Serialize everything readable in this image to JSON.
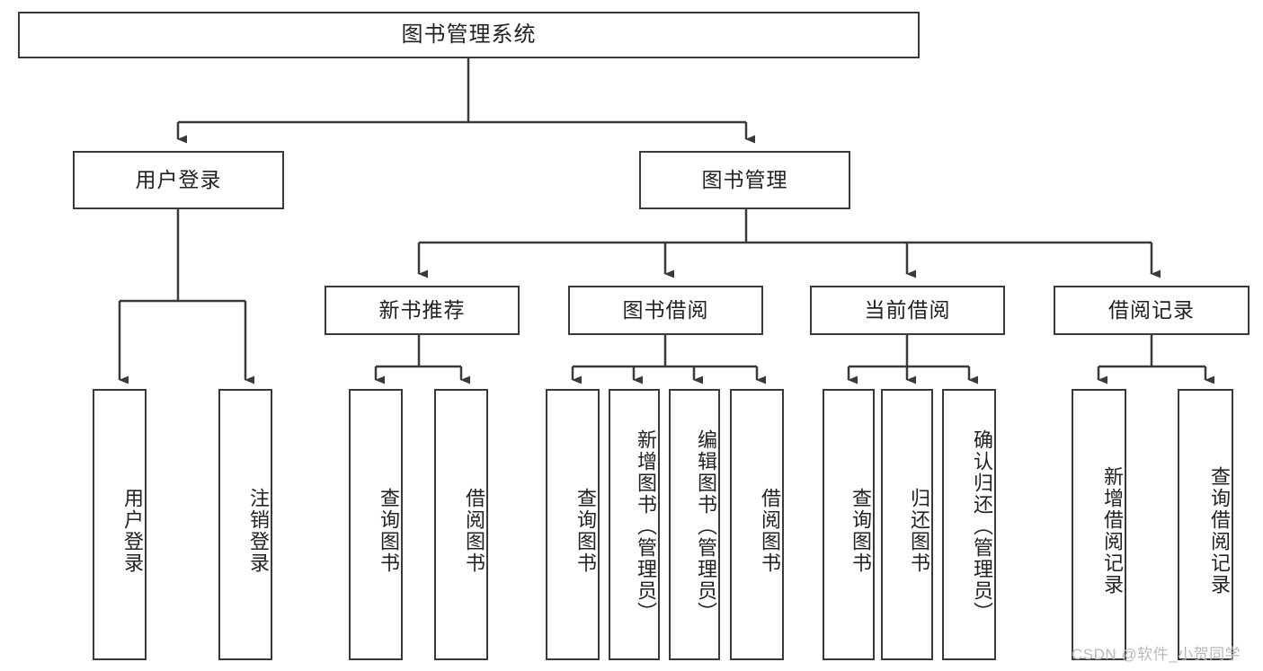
{
  "diagram": {
    "title": "图书管理系统",
    "type": "tree-hierarchy",
    "root": {
      "id": "root",
      "label": "图书管理系统"
    },
    "level2": [
      {
        "id": "user-login",
        "label": "用户登录"
      },
      {
        "id": "book-management",
        "label": "图书管理"
      }
    ],
    "level3": [
      {
        "id": "new-book-recommend",
        "label": "新书推荐",
        "parent": "book-management"
      },
      {
        "id": "book-borrow",
        "label": "图书借阅",
        "parent": "book-management"
      },
      {
        "id": "current-borrow",
        "label": "当前借阅",
        "parent": "book-management"
      },
      {
        "id": "borrow-record",
        "label": "借阅记录",
        "parent": "book-management"
      }
    ],
    "leaves": [
      {
        "id": "leaf-user-login",
        "label": "用户登录",
        "parent": "user-login"
      },
      {
        "id": "leaf-logout-login",
        "label": "注销登录",
        "parent": "user-login"
      },
      {
        "id": "leaf-query-book-1",
        "label": "查询图书",
        "parent": "new-book-recommend"
      },
      {
        "id": "leaf-borrow-book-1",
        "label": "借阅图书",
        "parent": "new-book-recommend"
      },
      {
        "id": "leaf-query-book-2",
        "label": "查询图书",
        "parent": "book-borrow"
      },
      {
        "id": "leaf-add-book",
        "label": "新增图书（管理员）",
        "parent": "book-borrow"
      },
      {
        "id": "leaf-edit-book",
        "label": "编辑图书（管理员）",
        "parent": "book-borrow"
      },
      {
        "id": "leaf-borrow-book-2",
        "label": "借阅图书",
        "parent": "book-borrow"
      },
      {
        "id": "leaf-query-book-3",
        "label": "查询图书",
        "parent": "current-borrow"
      },
      {
        "id": "leaf-return-book",
        "label": "归还图书",
        "parent": "current-borrow"
      },
      {
        "id": "leaf-confirm-return",
        "label": "确认归还（管理员）",
        "parent": "current-borrow"
      },
      {
        "id": "leaf-add-record",
        "label": "新增借阅记录",
        "parent": "borrow-record"
      },
      {
        "id": "leaf-query-record",
        "label": "查询借阅记录",
        "parent": "borrow-record"
      }
    ]
  },
  "watermark": {
    "text": "CSDN @软件_小贺同学"
  },
  "colors": {
    "stroke": "#3a3a3a",
    "fill": "#ffffff",
    "text": "#222222",
    "watermark": "#b9b9b9"
  }
}
